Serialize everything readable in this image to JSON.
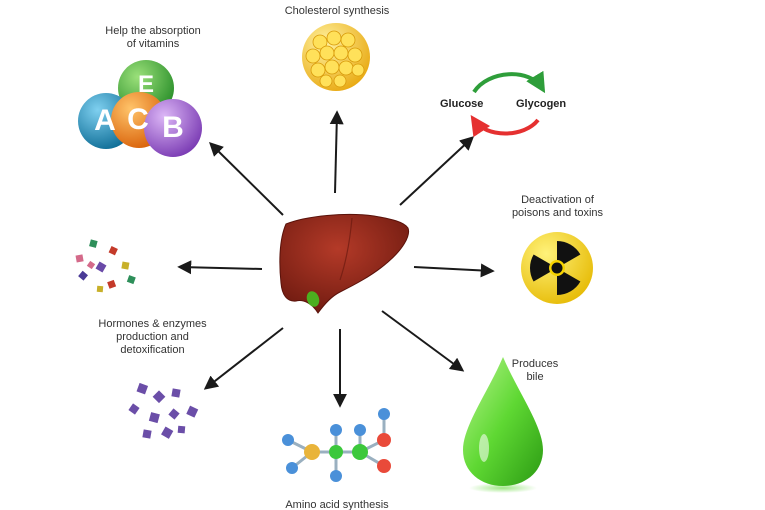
{
  "labels": {
    "vitamins": [
      "Help the absorption",
      "of vitamins"
    ],
    "cholesterol": "Cholesterol synthesis",
    "glucose": "Glucose",
    "glycogen": "Glycogen",
    "deactivation": [
      "Deactivation of",
      "poisons and toxins"
    ],
    "hormones": [
      "Hormones & enzymes",
      "production and",
      "detoxification"
    ],
    "bile": [
      "Produces",
      "bile"
    ],
    "amino": "Amino acid synthesis"
  },
  "vitamin_letters": [
    "E",
    "A",
    "C",
    "B"
  ],
  "colors": {
    "liver": "#8b2418",
    "gallbladder": "#4caf1f",
    "arrow": "#1a1a1a",
    "cycle_green": "#2e9e3a",
    "cycle_red": "#e53030",
    "vitamin_e": "#3aa83a",
    "vitamin_a": "#1689b9",
    "vitamin_c": "#f07d10",
    "vitamin_b": "#9455c9",
    "cholesterol": "#f5c21a",
    "radiation_yellow": "#f7d300",
    "bile": "#5fd833"
  }
}
